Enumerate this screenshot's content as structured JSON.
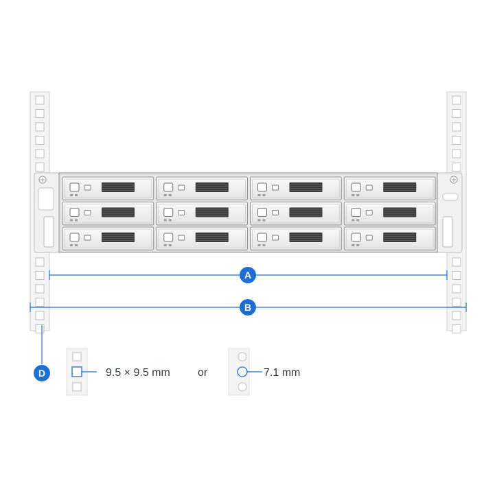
{
  "colors": {
    "accent": "#1f6ed4",
    "rail_fill": "#f4f4f4",
    "rail_stroke": "#cfcfcf",
    "chassis": "#e9e9e9",
    "text": "#2f3942"
  },
  "callouts": {
    "a": "A",
    "b": "B",
    "d": "D"
  },
  "hole_spec": {
    "square_size": "9.5 × 9.5 mm",
    "separator": "or",
    "round_diameter": "7.1 mm"
  },
  "drive_bays": {
    "columns": 4,
    "rows": 3
  }
}
